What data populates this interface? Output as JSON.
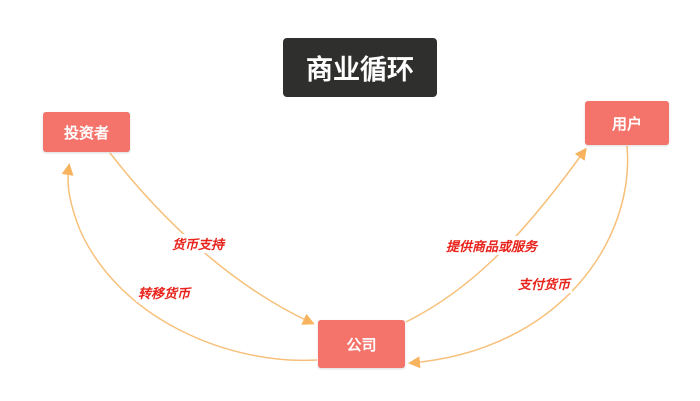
{
  "title": "商业循环",
  "nodes": {
    "investor": "投资者",
    "user": "用户",
    "company": "公司"
  },
  "edges": {
    "investor_to_company": "货币支持",
    "company_to_investor": "转移货币",
    "company_to_user": "提供商品或服务",
    "user_to_company": "支付货币"
  },
  "colors": {
    "node": "#f4736a",
    "edge": "#f7c07a",
    "label": "#e8231c",
    "title_bg": "#2f2f2d"
  }
}
